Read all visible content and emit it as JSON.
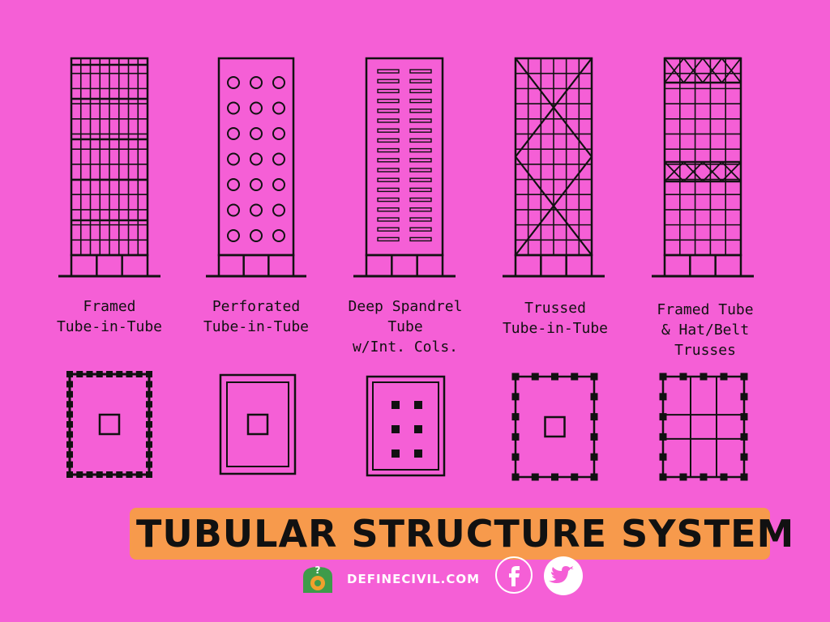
{
  "systems": [
    {
      "id": "framed",
      "caption": [
        "Framed",
        "Tube-in-Tube"
      ],
      "elevation": "framed",
      "plan": "framed"
    },
    {
      "id": "perforated",
      "caption": [
        "Perforated",
        "Tube-in-Tube"
      ],
      "elevation": "perforated",
      "plan": "perforated"
    },
    {
      "id": "spandrel",
      "caption": [
        "Deep Spandrel",
        "Tube",
        "w/Int. Cols."
      ],
      "elevation": "spandrel",
      "plan": "spandrel"
    },
    {
      "id": "trussed",
      "caption": [
        "Trussed",
        "Tube-in-Tube"
      ],
      "elevation": "trussed",
      "plan": "trussed"
    },
    {
      "id": "hatbelt",
      "caption": [
        "Framed Tube",
        "& Hat/Belt",
        "Trusses"
      ],
      "elevation": "hatbelt",
      "plan": "hatbelt"
    }
  ],
  "title": "TUBULAR STRUCTURE SYSTEM",
  "footer": {
    "brand": "DEFINECIVIL.COM",
    "icons": [
      "definecivil-logo-icon",
      "facebook-icon",
      "twitter-icon"
    ]
  },
  "colors": {
    "background": "#f55fd6",
    "banner": "#f79a4c",
    "ink": "#111111",
    "logo": "#3e9b4a",
    "logo_accent": "#f0a02c"
  }
}
